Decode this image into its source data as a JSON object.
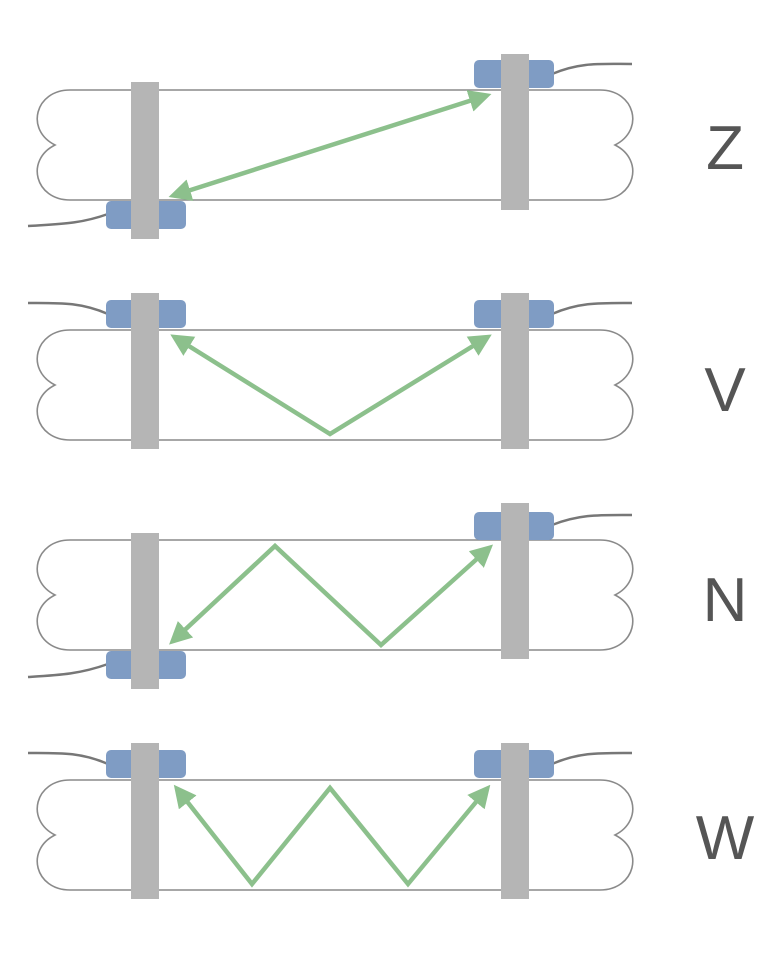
{
  "colors": {
    "pipe_stroke": "#8a8a8a",
    "clamp": "#b5b5b5",
    "transducer": "#7f9cc4",
    "signal_path": "#8cc08c",
    "cable": "#777777",
    "label": "#555555"
  },
  "modes": [
    {
      "label": "Z",
      "upstream_transducer": "bottom",
      "downstream_transducer": "top",
      "reflections": 0
    },
    {
      "label": "V",
      "upstream_transducer": "top",
      "downstream_transducer": "top",
      "reflections": 1
    },
    {
      "label": "N",
      "upstream_transducer": "bottom",
      "downstream_transducer": "top",
      "reflections": 2
    },
    {
      "label": "W",
      "upstream_transducer": "top",
      "downstream_transducer": "top",
      "reflections": 3
    }
  ]
}
